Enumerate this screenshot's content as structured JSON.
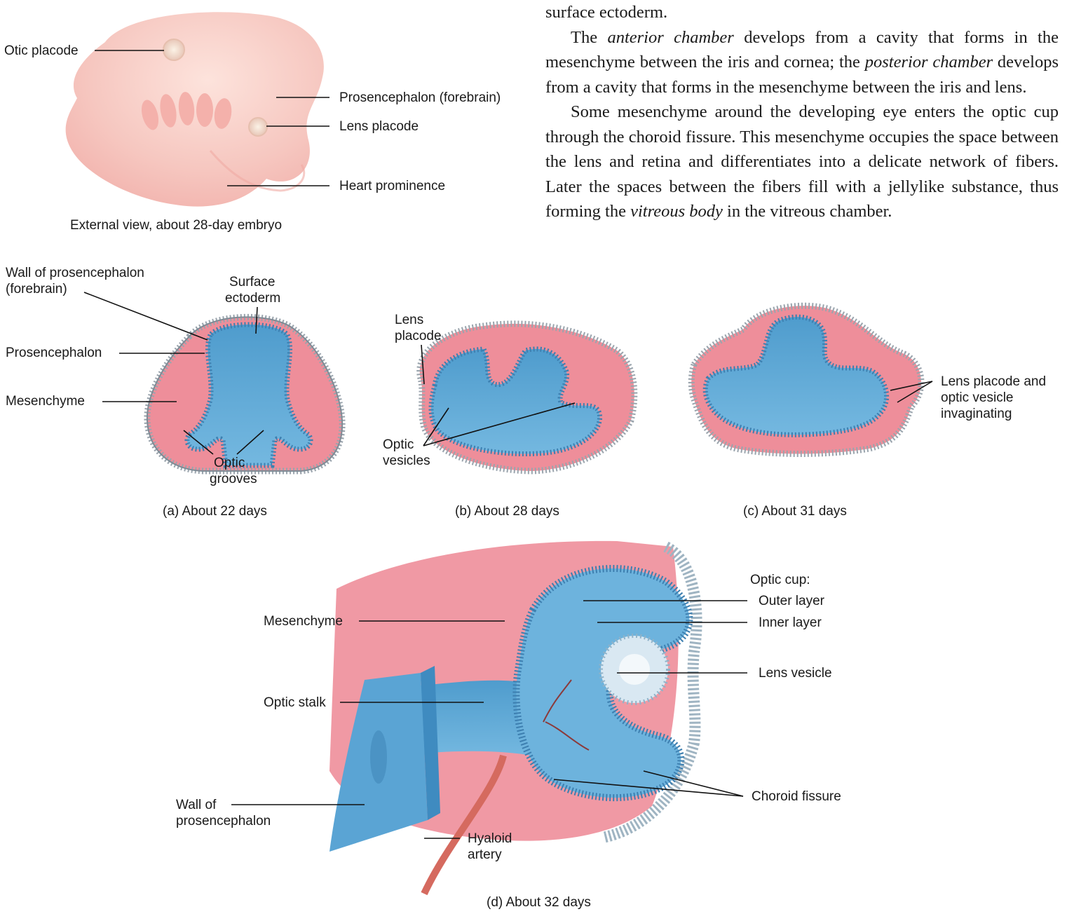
{
  "text": {
    "p0": "surface ectoderm.",
    "p1": [
      {
        "t": "The ",
        "i": false
      },
      {
        "t": "anterior chamber",
        "i": true
      },
      {
        "t": " develops from a cavity that forms in the mesenchyme between the iris and cornea; the ",
        "i": false
      },
      {
        "t": "posterior chamber",
        "i": true
      },
      {
        "t": " develops from a cavity that forms in the mesenchyme between the iris and lens.",
        "i": false
      }
    ],
    "p2": [
      {
        "t": "Some mesenchyme around the developing eye enters the optic cup through the choroid fissure. This mesenchyme occupies the space between the lens and retina and differentiates into a delicate network of fibers. Later the spaces between the fibers fill with a jellylike substance, thus forming the ",
        "i": false
      },
      {
        "t": "vitreous body",
        "i": true
      },
      {
        "t": " in the vitreous chamber.",
        "i": false
      }
    ]
  },
  "external": {
    "caption": "External view, about 28-day embryo",
    "labels": {
      "otic_placode": "Otic placode",
      "prosencephalon": "Prosencephalon (forebrain)",
      "lens_placode": "Lens placode",
      "heart": "Heart prominence"
    }
  },
  "panel_a": {
    "caption": "(a) About 22 days",
    "labels": {
      "wall_1": "Wall of prosencephalon",
      "wall_2": "(forebrain)",
      "surface_1": "Surface",
      "surface_2": "ectoderm",
      "prosencephalon": "Prosencephalon",
      "mesenchyme": "Mesenchyme",
      "optic_1": "Optic",
      "optic_2": "grooves"
    }
  },
  "panel_b": {
    "caption": "(b) About 28 days",
    "labels": {
      "lens_1": "Lens",
      "lens_2": "placode",
      "optic_1": "Optic",
      "optic_2": "vesicles"
    }
  },
  "panel_c": {
    "caption": "(c) About 31 days",
    "labels": {
      "l1": "Lens placode and",
      "l2": "optic vesicle",
      "l3": "invaginating"
    }
  },
  "panel_d": {
    "caption": "(d) About 32 days",
    "labels": {
      "mesenchyme": "Mesenchyme",
      "optic_stalk": "Optic stalk",
      "wall_1": "Wall of",
      "wall_2": "prosencephalon",
      "optic_cup": "Optic cup:",
      "outer": "Outer layer",
      "inner": "Inner layer",
      "lens_vesicle": "Lens vesicle",
      "choroid": "Choroid fissure",
      "hyaloid_1": "Hyaloid",
      "hyaloid_2": "artery"
    }
  },
  "colors": {
    "tissue_blue": "#62a9d6",
    "mesenchyme_pink": "#ee8e9a",
    "skin_pink": "#f6c7c0"
  }
}
